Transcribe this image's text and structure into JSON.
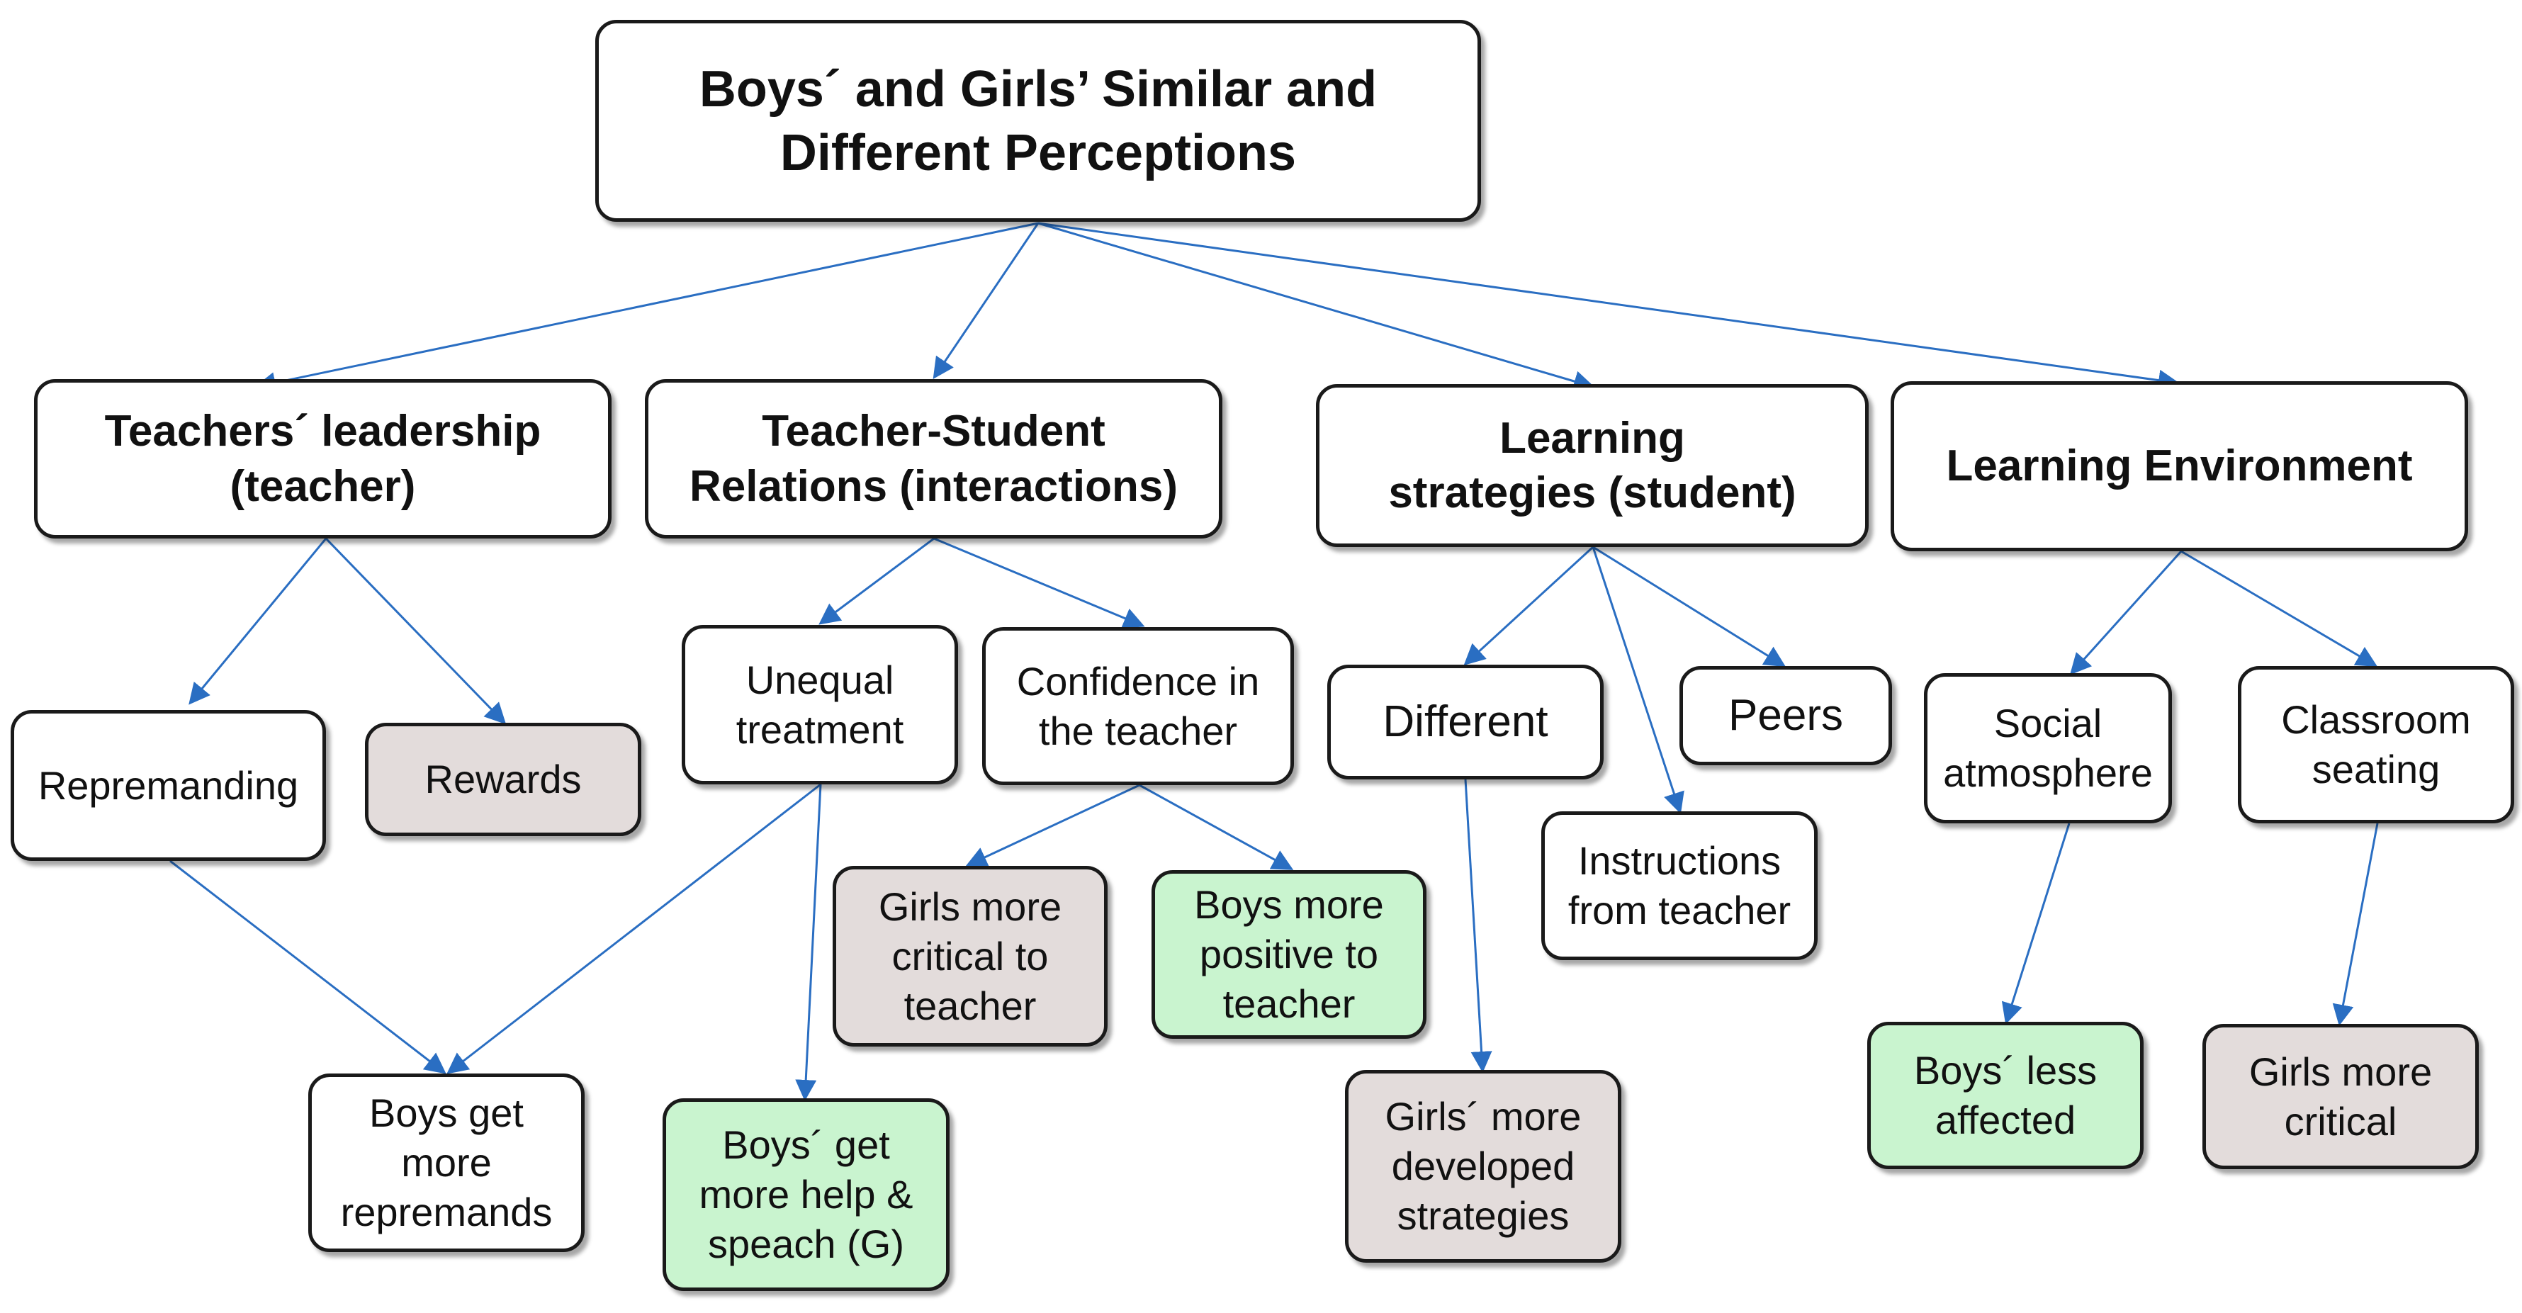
{
  "colors": {
    "edge": "#2a6ec2",
    "grey_fill": "#e3dcdb",
    "green_fill": "#c9f4cf",
    "border": "#1a1a1a"
  },
  "nodes": {
    "root": "Boys´ and Girls’ Similar and\nDifferent Perceptions",
    "leadership": "Teachers´ leadership\n(teacher)",
    "relations": "Teacher-Student\nRelations (interactions)",
    "strategies": "Learning\nstrategies  (student)",
    "environment": "Learning Environment",
    "repremanding": "Repremanding",
    "rewards": "Rewards",
    "unequal": "Unequal\ntreatment",
    "confidence": "Confidence in\nthe teacher",
    "different": "Different",
    "peers": "Peers",
    "instructions": "Instructions\nfrom teacher",
    "social": "Social\natmosphere",
    "seating": "Classroom\nseating",
    "girls_critical_teacher": "Girls more\ncritical to\nteacher",
    "boys_positive": "Boys more\npositive to\nteacher",
    "boys_repremands": "Boys get\nmore\nrepremands",
    "boys_help": "Boys´ get\nmore help &\nspeach (G)",
    "girls_strategies": "Girls´ more\ndeveloped\nstrategies",
    "boys_less": "Boys´ less\naffected",
    "girls_critical": "Girls more\ncritical"
  }
}
